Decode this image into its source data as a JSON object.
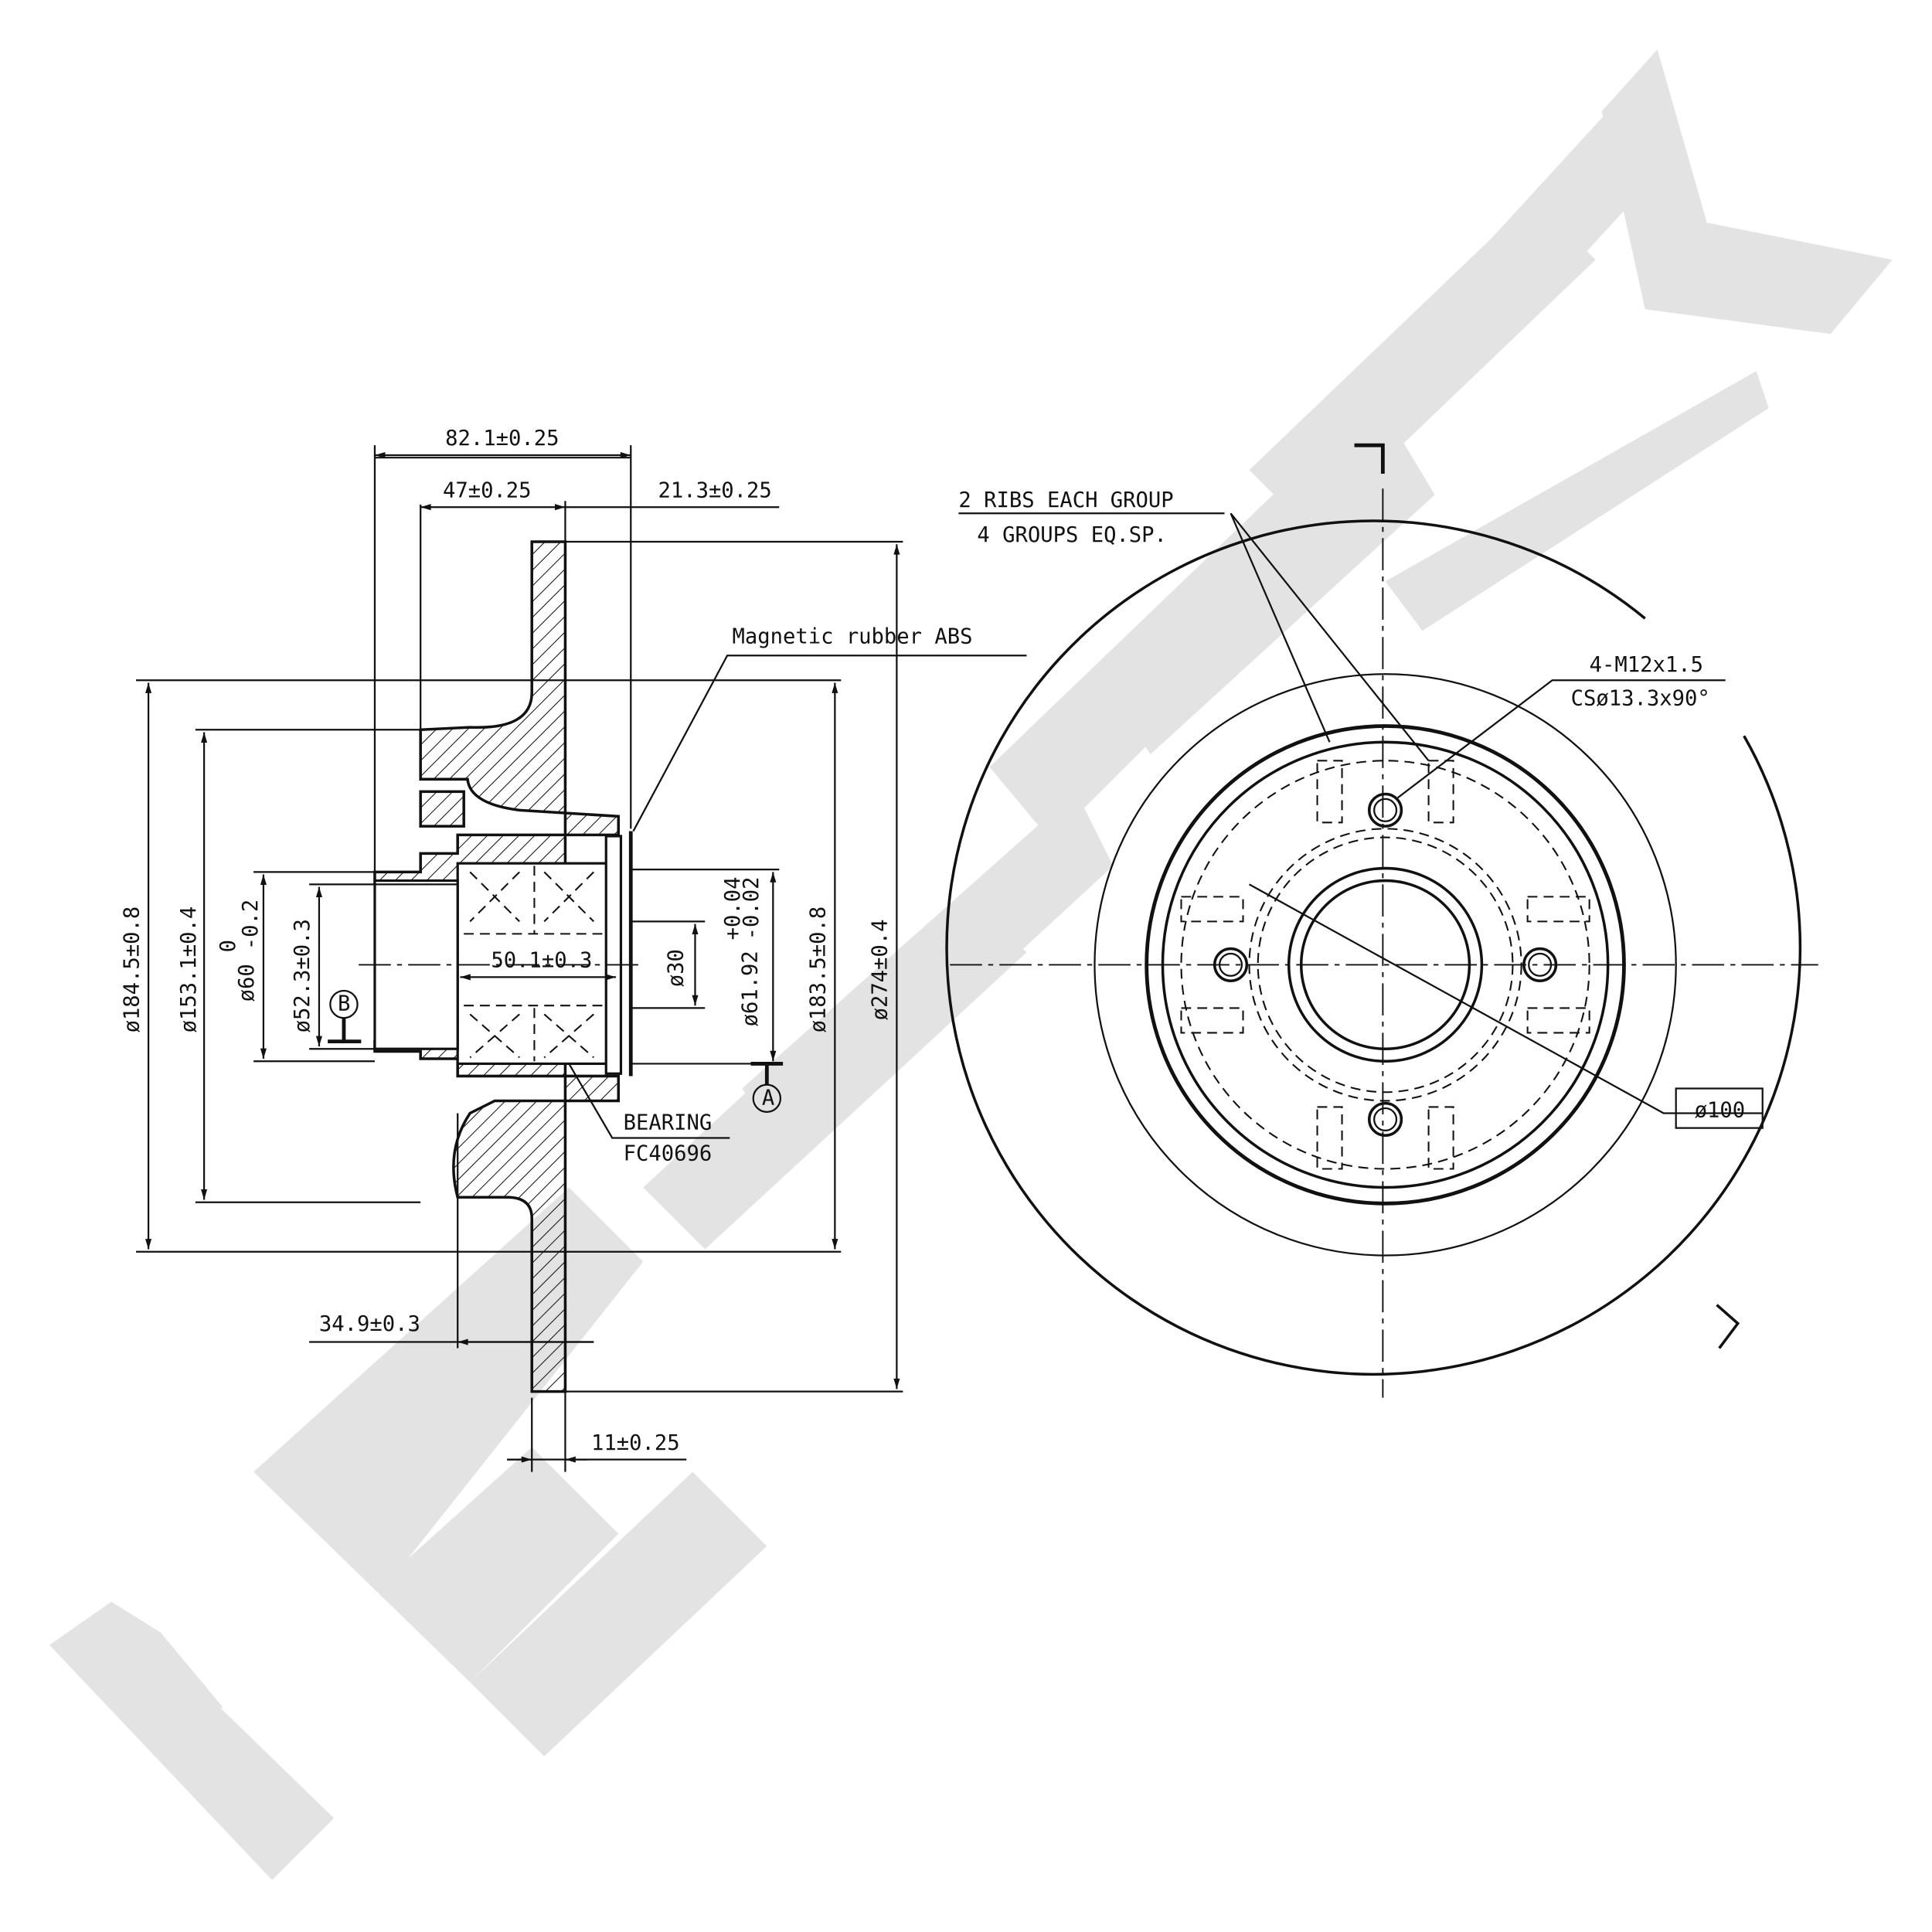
{
  "watermark": {
    "brand": "ZENMEK",
    "color": "#e3e3e3"
  },
  "section_view": {
    "dims": {
      "overall_width": "82.1±0.25",
      "flange_offset": "47±0.25",
      "hub_offset": "21.3±0.25",
      "dia_184": "ø184.5±0.8",
      "dia_153": "ø153.1±0.4",
      "dia_60_main": "ø60",
      "dia_60_tol_upper": "0",
      "dia_60_tol_lower": "-0.2",
      "dia_52": "ø52.3±0.3",
      "bearing_width": "50.1±0.3",
      "dia_30": "ø30",
      "dia_61_main": "ø61.92",
      "dia_61_tol_upper": "+0.04",
      "dia_61_tol_lower": "-0.02",
      "dia_183": "ø183.5±0.8",
      "dia_274": "ø274±0.4",
      "offset_34": "34.9±0.3",
      "thickness": "11±0.25"
    },
    "notes": {
      "abs": "Magnetic rubber ABS",
      "bearing": "BEARING",
      "bearing_code": "FC40696"
    },
    "datums": {
      "a": "A",
      "b": "B"
    }
  },
  "front_view": {
    "ribs_line1": "2 RIBS EACH GROUP",
    "ribs_line2": "4 GROUPS EQ.SP.",
    "thread": "4-M12x1.5",
    "countersink": "CSø13.3x90°",
    "pcd": "ø100"
  }
}
